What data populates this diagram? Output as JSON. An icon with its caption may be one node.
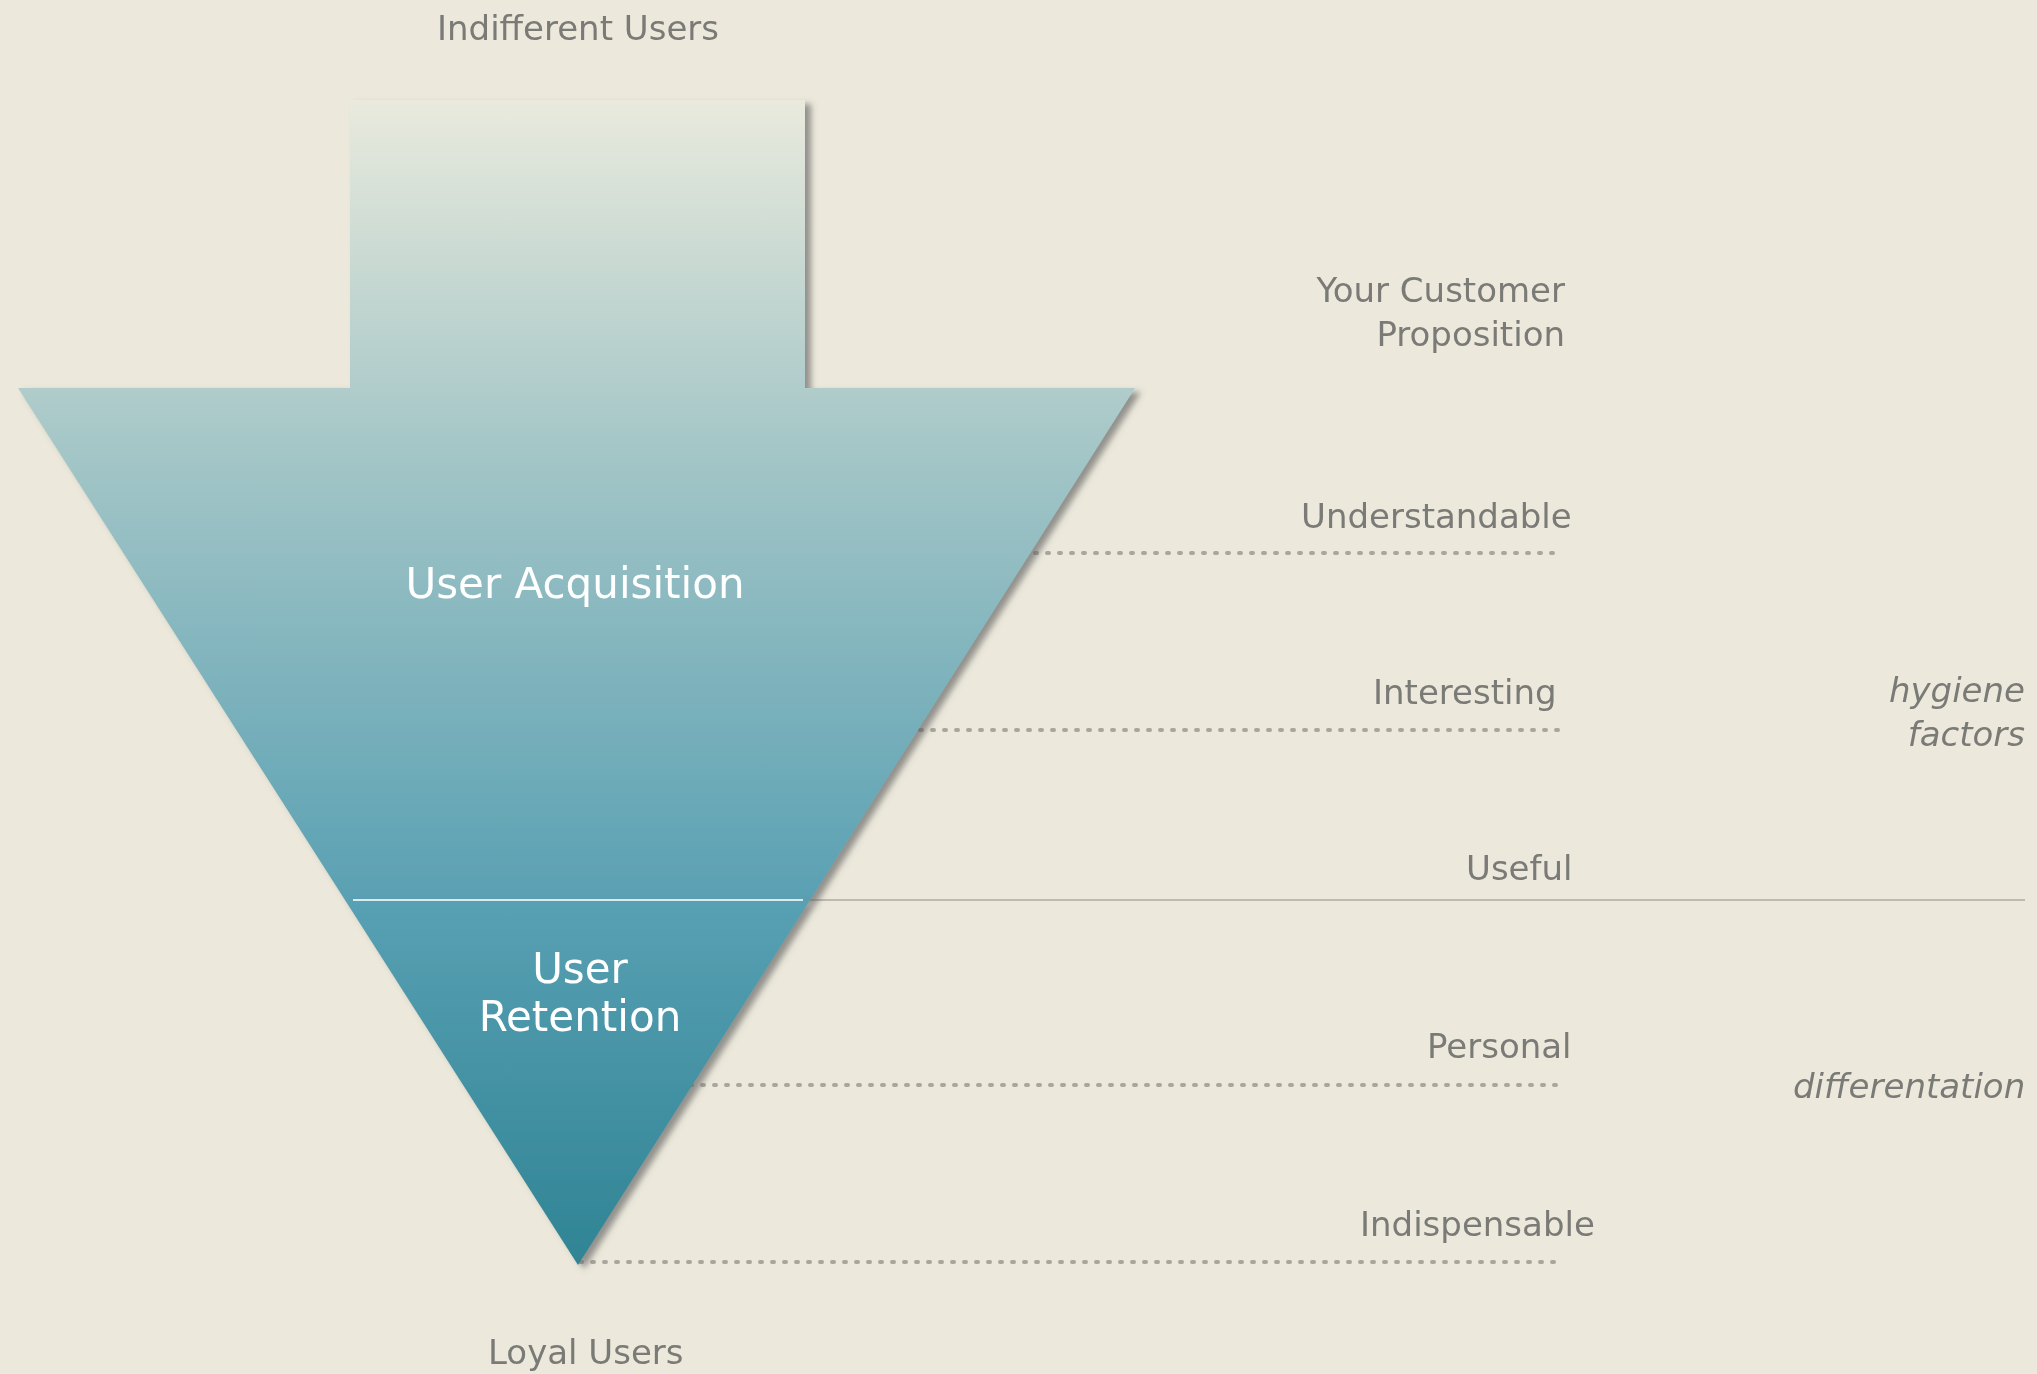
{
  "diagram": {
    "nodes": [
      {
        "text": [
          "User Acquisition"
        ]
      },
      {
        "text": [
          "User Retention"
        ]
      }
    ],
    "labels": [
      "Indifferent Users",
      "Your Customer Proposition",
      "Understandable",
      "Interesting",
      "hygiene factors",
      "Useful",
      "Personal",
      "differentation",
      "Indispensable",
      "Loyal Users"
    ]
  }
}
